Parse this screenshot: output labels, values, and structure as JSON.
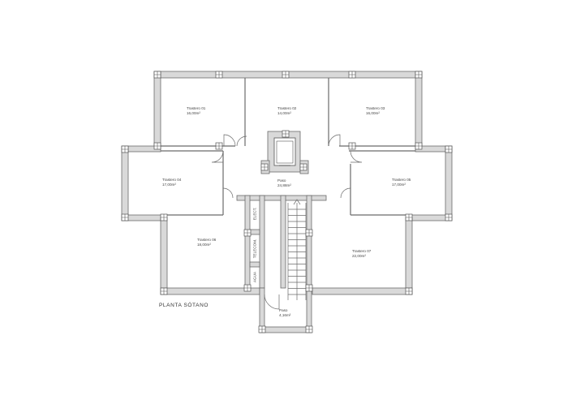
{
  "plan_title": "PLANTA SÓTANO",
  "rooms": [
    {
      "name": "Trastero 01",
      "area": "16,00m²"
    },
    {
      "name": "Trastero 02",
      "area": "14,00m²"
    },
    {
      "name": "Trastero 03",
      "area": "16,00m²"
    },
    {
      "name": "Trastero 04",
      "area": "17,00m²"
    },
    {
      "name": "Trastero 05",
      "area": "17,00m²"
    },
    {
      "name": "Trastero 06",
      "area": "18,00m²"
    },
    {
      "name": "Trastero 07",
      "area": "22,00m²"
    },
    {
      "name": "Paso",
      "area": "24,88m²"
    },
    {
      "name": "Paso",
      "area": "4,16m²"
    }
  ],
  "utility_rooms": [
    "ELECT.",
    "TELECOM.",
    "AGUA"
  ],
  "colors": {
    "wall_fill": "#d9d9d9",
    "wall_stroke": "#6b6b6b",
    "background": "#ffffff"
  }
}
